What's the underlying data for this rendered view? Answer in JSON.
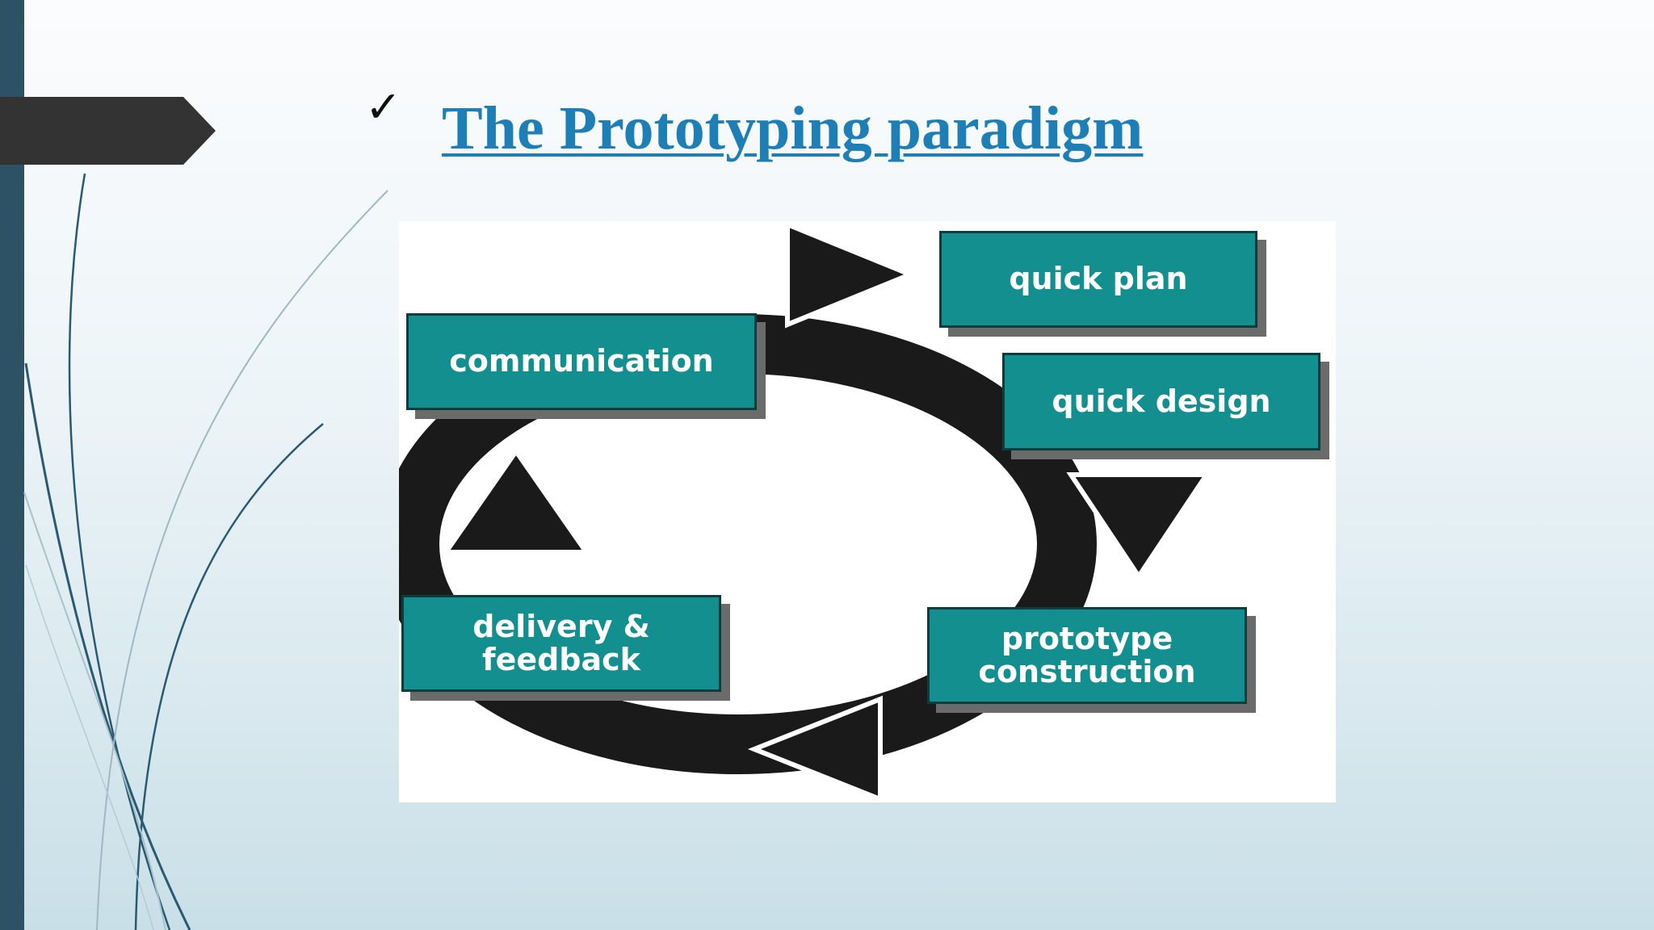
{
  "slide": {
    "title": "The Prototyping paradigm",
    "check_icon": "checkmark-icon",
    "colors": {
      "title": "#1e7fb7",
      "left_bar": "#2d5266",
      "title_tab": "#333333",
      "box_fill": "#138f8f",
      "cycle_arrow": "#1a1a1a"
    }
  },
  "diagram": {
    "steps": [
      {
        "id": "communication",
        "label": "communication"
      },
      {
        "id": "quick_plan",
        "label": "quick plan"
      },
      {
        "id": "quick_design",
        "label": "quick design"
      },
      {
        "id": "construction",
        "label": "prototype construction"
      },
      {
        "id": "delivery",
        "label": "delivery & feedback"
      }
    ]
  }
}
